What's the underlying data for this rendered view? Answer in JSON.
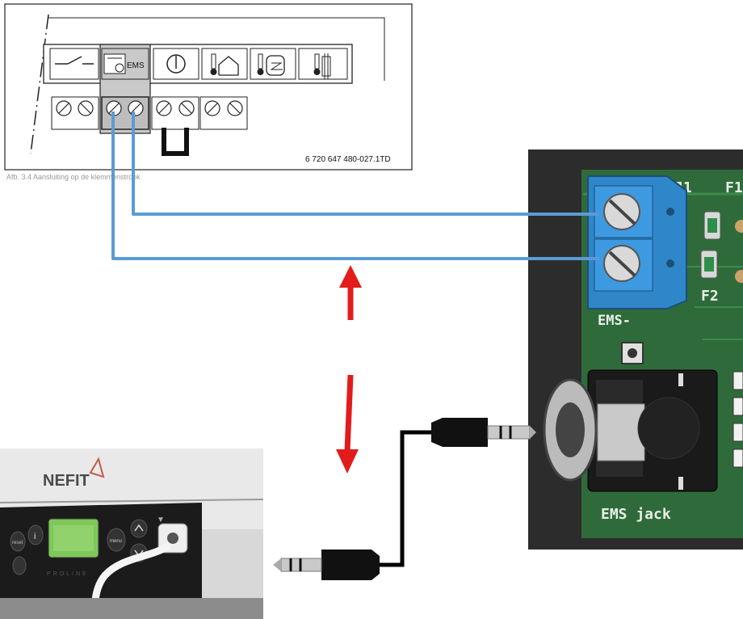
{
  "terminal_diagram": {
    "ems_label": "EMS",
    "part_number": "6 720 647 480-027.1TD",
    "caption": "Afb. 3.4 Aansluiting op de klemmenstrook",
    "icons": [
      "switch-icon",
      "ems-timer-icon",
      "power-icon",
      "room-thermostat-icon",
      "boiler-thermostat-icon",
      "outdoor-sensor-icon"
    ]
  },
  "pcb": {
    "j1_label": "J1",
    "f1_label": "F1",
    "f2_label": "F2",
    "ems_minus_label": "EMS-",
    "jack_label": "EMS jack"
  },
  "boiler": {
    "brand": "NEFIT",
    "panel_text": "PROLINE",
    "reset_label": "reset",
    "menu_label": "menu"
  },
  "colors": {
    "wire": "#5b9bd5",
    "arrow": "#e21b1b",
    "pcb_green": "#2f6b3a",
    "terminal_blue": "#2f86c9"
  }
}
